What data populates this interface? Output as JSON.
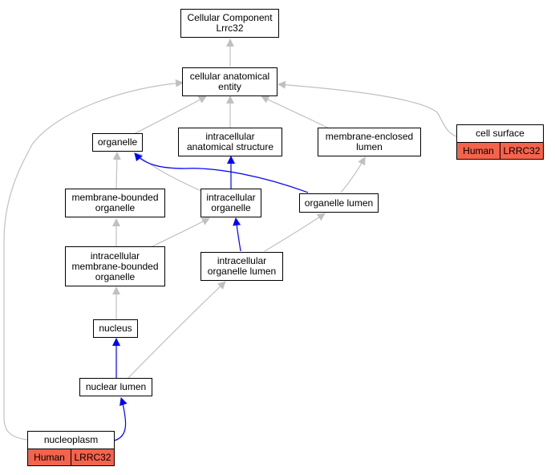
{
  "colors": {
    "edge_gray": "#c0c0c0",
    "edge_blue": "#0000ff",
    "annotation_fill": "#f4634c",
    "border": "#000000"
  },
  "nodes": {
    "root": "Cellular Component\nLrrc32",
    "cellular_anatomical_entity": "cellular anatomical\nentity",
    "organelle": "organelle",
    "intracellular_anatomical_structure": "intracellular\nanatomical structure",
    "membrane_enclosed_lumen": "membrane-enclosed\nlumen",
    "cell_surface": "cell surface",
    "membrane_bounded_organelle": "membrane-bounded\norganelle",
    "intracellular_organelle": "intracellular\norganelle",
    "organelle_lumen": "organelle lumen",
    "intracellular_membrane_bounded_organelle": "intracellular\nmembrane-bounded\norganelle",
    "intracellular_organelle_lumen": "intracellular\norganelle lumen",
    "nucleus": "nucleus",
    "nuclear_lumen": "nuclear lumen",
    "nucleoplasm": "nucleoplasm"
  },
  "annotations": {
    "cell_surface": {
      "species": "Human",
      "gene": "LRRC32"
    },
    "nucleoplasm": {
      "species": "Human",
      "gene": "LRRC32"
    }
  }
}
